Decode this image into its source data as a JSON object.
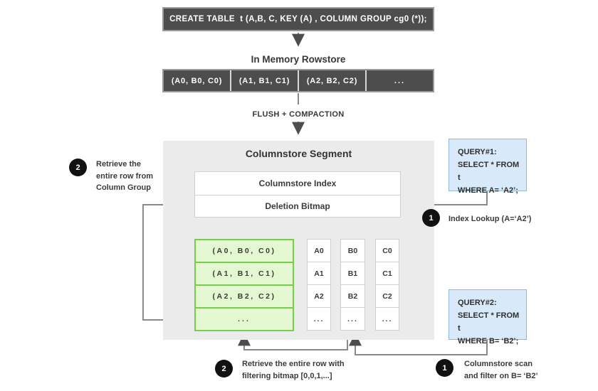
{
  "colors": {
    "bar_fill": "#4d4d4d",
    "bar_border": "#9a9a9a",
    "segment_bg": "#ebebeb",
    "green_fill": "#e3f8d0",
    "green_border": "#74d04b",
    "query_fill": "#d8eafa",
    "query_border": "#8cb8de",
    "connector_gray": "#8a8a8a",
    "badge_black": "#111111"
  },
  "create_table": {
    "sql": "CREATE TABLE  t (A,B, C, KEY (A) , COLUMN GROUP cg0 (*));"
  },
  "rowstore": {
    "title": "In Memory Rowstore",
    "cells": [
      "(A0, B0, C0)",
      "(A1, B1, C1)",
      "(A2, B2, C2)",
      "..."
    ]
  },
  "flush_label": "FLUSH + COMPACTION",
  "segment": {
    "title": "Columnstore Segment",
    "index_label": "Columnstore Index",
    "bitmap_label": "Deletion Bitmap",
    "column_group_rows": [
      "(A0, B0, C0)",
      "(A1, B1, C1)",
      "(A2, B2, C2)",
      "..."
    ],
    "columns": [
      [
        "A0",
        "A1",
        "A2",
        "..."
      ],
      [
        "B0",
        "B1",
        "B2",
        "..."
      ],
      [
        "C0",
        "C1",
        "C2",
        "..."
      ]
    ]
  },
  "query1": {
    "lines": [
      "QUERY#1:",
      "SELECT * FROM t",
      "WHERE A= ‘A2’;"
    ]
  },
  "query2": {
    "lines": [
      "QUERY#2:",
      "SELECT * FROM t",
      "WHERE B= ‘B2’;"
    ]
  },
  "annotations": {
    "index_lookup": {
      "badge": "1",
      "text": "Index Lookup (A=‘A2’)"
    },
    "retrieve_column_group": {
      "badge": "2",
      "lines": [
        "Retrieve the",
        "entire row from",
        "Column Group"
      ]
    },
    "retrieve_filtering": {
      "badge": "2",
      "lines": [
        "Retrieve the entire row with",
        "filtering bitmap [0,0,1,...]"
      ]
    },
    "columnstore_scan": {
      "badge": "1",
      "lines": [
        "Columnstore scan",
        "and filter on B= ‘B2’"
      ]
    }
  }
}
